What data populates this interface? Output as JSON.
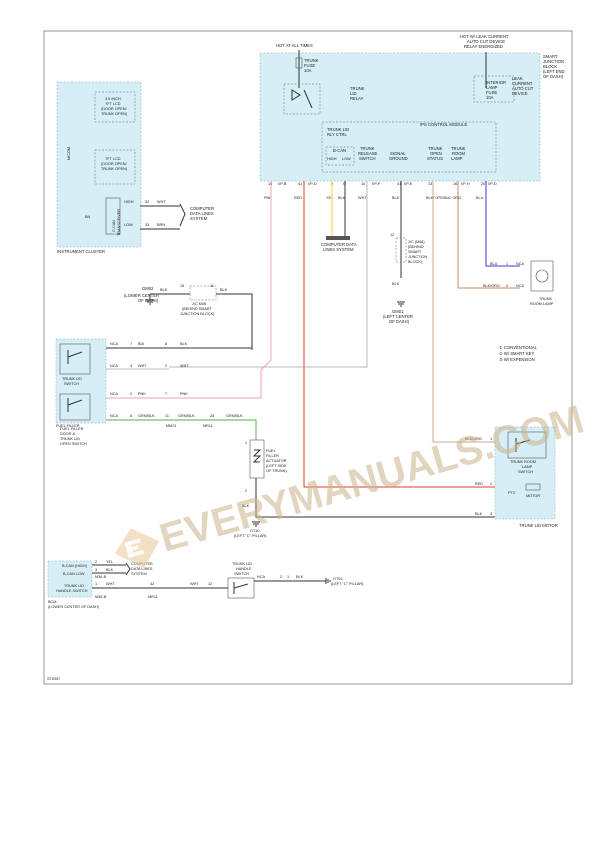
{
  "diagram": {
    "header": {
      "hot_all_times": "HOT AT ALL TIMES",
      "hot_leak": [
        "HOT W/ LEAK CURRENT",
        "AUTO CUT DEVICE",
        "RELAY ENERGIZED"
      ]
    },
    "smart_junction_block": [
      "SMART",
      "JUNCTION",
      "BLOCK",
      "(LEFT END",
      "OF DASH)"
    ],
    "trunk_fuse": [
      "TRUNK",
      "FUSE",
      "10A"
    ],
    "trunk_lid_relay": [
      "TRUNK",
      "LID",
      "RELAY"
    ],
    "interior_fuse": [
      "INTERIOR",
      "LAMP",
      "FUSE",
      "10A"
    ],
    "leak_device": [
      "LEAK",
      "CURRENT",
      "AUTO CUT",
      "DEVICE"
    ],
    "ips_module": "IPS CONTROL MODULE",
    "ips_blocks": {
      "lid_ctrl": [
        "TRUNK LID",
        "RLY CTRL"
      ],
      "b_can": "B-CAN",
      "high": "HIGH",
      "low": "LOW",
      "release": [
        "TRUNK",
        "RELEASE",
        "SWITCH"
      ],
      "signal_gnd": [
        "SIGNAL",
        "GROUND"
      ],
      "open_status": [
        "TRUNK",
        "OPEN",
        "STATUS"
      ],
      "room_lamp": [
        "TRUNK",
        "ROOM",
        "LAMP"
      ]
    },
    "ips_pins": [
      "16",
      "I/P-B",
      "41",
      "I/P-D",
      "2",
      "6",
      "10",
      "I/P-F",
      "41",
      "I/P-E",
      "13",
      "16",
      "I/P-H",
      "20",
      "I/P-D"
    ],
    "ips_wires": [
      "PNK",
      "RED",
      "YEL",
      "BLK",
      "WHT",
      "BLK",
      "BLK/ ORG",
      "BUI/ ORG",
      "BLU"
    ],
    "instrument_cluster": {
      "label": "INSTRUMENT CLUSTER",
      "lcd1": [
        "3.5 INCH",
        "TFT LCD",
        "(DOOR OPEN/",
        "TRUNK OPEN)"
      ],
      "lcd2": [
        "TFT LCD",
        "(DOOR OPEN/",
        "TRUNK OPEN)"
      ],
      "micom": "MICOM",
      "can": [
        "C-CAN",
        "TRANSCEIVER"
      ],
      "high": "HIGH",
      "low": "LOW",
      "pin_high": "32",
      "pin_low": "33",
      "wire_high": "WHT",
      "wire_low": "BRN",
      "bn": "BN"
    },
    "computer_dls_1": [
      "COMPUTER",
      "DATA LINES",
      "SYSTEM"
    ],
    "computer_dls_2": [
      "COMPUTER DATA",
      "LINES SYSTEM"
    ],
    "computer_dls_3": [
      "COMPUTER",
      "DATA LINES",
      "SYSTEM"
    ],
    "j_c_smart": [
      "J/C (M08)",
      "(BEHIND",
      "SMART",
      "JUNCTION",
      "BLOCK)"
    ],
    "j_c_pin": "12",
    "g_m01": [
      "GM01",
      "(LEFT CENTER",
      "OF DASH)"
    ],
    "g_m02": [
      "GM02",
      "(LOWER CENTER",
      "OF DASH)"
    ],
    "j_c_m08": [
      "J/C M08",
      "(BEHIND SMART",
      "JUNCTION BLOCK)"
    ],
    "jc_pins": [
      "15",
      "11"
    ],
    "wire_blk": "BLK",
    "trunk_lid_switch": [
      "TRUNK LID",
      "SWITCH"
    ],
    "fuel_filler_open": [
      "FUEL FILLER",
      "DOOR &",
      "TRUNK LID",
      "OPEN SWITCH"
    ],
    "fuel_filler_door_group": [
      "FUEL FILLER",
      "DOOR &",
      "TRUNK LID",
      "SWITCH"
    ],
    "switch_rows": [
      {
        "nca": "NCA",
        "pin": "7",
        "wire": "BUI",
        "pin2": "8",
        "wire2": "BLK"
      },
      {
        "nca": "NCA",
        "pin": "3",
        "wire": "WHT",
        "pin2": "2",
        "wire2": "WHT"
      },
      {
        "nca": "NCA",
        "pin": "2",
        "wire": "PNK",
        "pin2": "7",
        "wire2": "PNK"
      },
      {
        "nca": "NCA",
        "pin": "6",
        "wire": "GRN/BLK",
        "pin2": "11",
        "wire2": "GRN/BLK",
        "pin3": "28",
        "wire3": "GRN/BLK"
      }
    ],
    "connector_tags": [
      "MM21",
      "MR11"
    ],
    "fuel_actuator": [
      "FUEL",
      "FILLER",
      "ACTUATOR",
      "(LEFT SIDE",
      "OF TRUNK)"
    ],
    "actuator_pins": [
      "1",
      "2"
    ],
    "gt_ground": [
      "GT10",
      "(LEFT \"C\" PILLAR)"
    ],
    "conventional": [
      "① CONVENTIONAL",
      "② W/ SMART KEY",
      "③ W/ EXPENSION"
    ],
    "trunk_room_lamp": [
      "TRUNK",
      "ROOM LAMP"
    ],
    "room_lamp_rows": [
      {
        "wire": "BLU",
        "pin": "1",
        "nca": "NCA"
      },
      {
        "wire": "BLK/ORG",
        "pin": "2",
        "nca": "NCA"
      }
    ],
    "trunk_lid_motor": "TRUNK LID MOTOR",
    "trunk_room_lamp_switch": [
      "TRUNK ROOM",
      "LAMP",
      "SWITCH"
    ],
    "ptc": "PTC",
    "motor": "MOTOR",
    "motor_pins": [
      {
        "wire": "BLK/ORG",
        "pin": "1"
      },
      {
        "wire": "RED",
        "pin": "2"
      },
      {
        "wire": "BLK",
        "pin": "3"
      }
    ],
    "bcan_box": {
      "rows": [
        "B-CAN (HIGH)",
        "B-CAN LOW",
        "TRUNK LID",
        "HANDLE SWITCH"
      ],
      "pins": [
        "2",
        "3"
      ],
      "wires": [
        "YEL",
        "BLK"
      ],
      "tags": [
        "M36-B",
        "M36-B"
      ],
      "label": [
        "BCM",
        "(LOWER CENTER OF DASH)"
      ]
    },
    "handle_row": {
      "pin": "1",
      "wire": "WHT",
      "tag": "M36-B",
      "pin2": "42",
      "tag2": "MR11",
      "pin3": "12",
      "nca": "NCA",
      "pin4": "2",
      "pin5": "1",
      "wire5": "BLK"
    },
    "handle_switch": [
      "TRUNK LID",
      "HANDLE",
      "SWITCH"
    ],
    "gt02": [
      "GT02",
      "(LEFT \"C\" PILLAR)"
    ],
    "page_code": "ST0957",
    "watermark": "EVERYMANUALS.COM"
  }
}
